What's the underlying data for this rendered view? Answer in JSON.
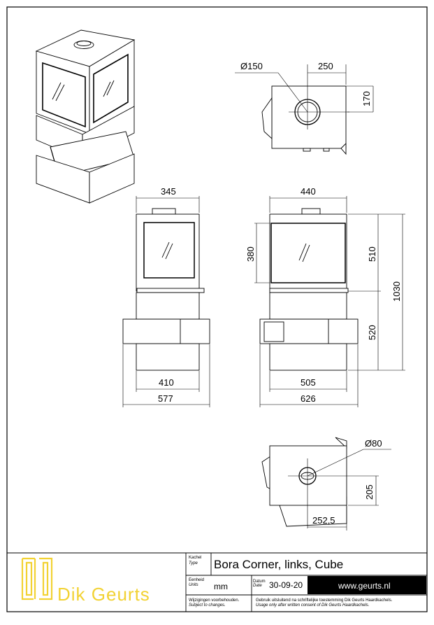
{
  "title_block": {
    "type_label": "Kachel",
    "type_label_en": "Type",
    "type_value": "Bora Corner, links, Cube",
    "unit_label": "Eenheid",
    "unit_label_en": "Units",
    "unit_value": "mm",
    "date_label": "Datum",
    "date_label_en": "Date",
    "date_value": "30-09-20",
    "website": "www.geurts.nl",
    "changes_nl": "Wijzigingen voorbehouden.",
    "changes_en": "Subject to changes.",
    "usage_nl": "Gebruik uitsluitend na schriftelijke toestemming Dik Geurts Haardkachels.",
    "usage_en": "Usage only after written consent of Dik Geurts Haardkachels.",
    "brand": "Dik Geurts",
    "brand_color": "#f2d233"
  },
  "dimensions": {
    "top_pipe_diameter": "Ø150",
    "top_offset_x": "250",
    "top_offset_y": "170",
    "side_width": "345",
    "side_glass_height": "380",
    "side_lower_width": "410",
    "side_total_width": "577",
    "front_width": "440",
    "front_upper_height": "510",
    "front_total_height": "1030",
    "front_lower_height": "520",
    "front_lower_width": "505",
    "front_total_width": "626",
    "bottom_pipe_diameter": "Ø80",
    "bottom_offset_y": "205",
    "bottom_offset_x": "252,5"
  }
}
